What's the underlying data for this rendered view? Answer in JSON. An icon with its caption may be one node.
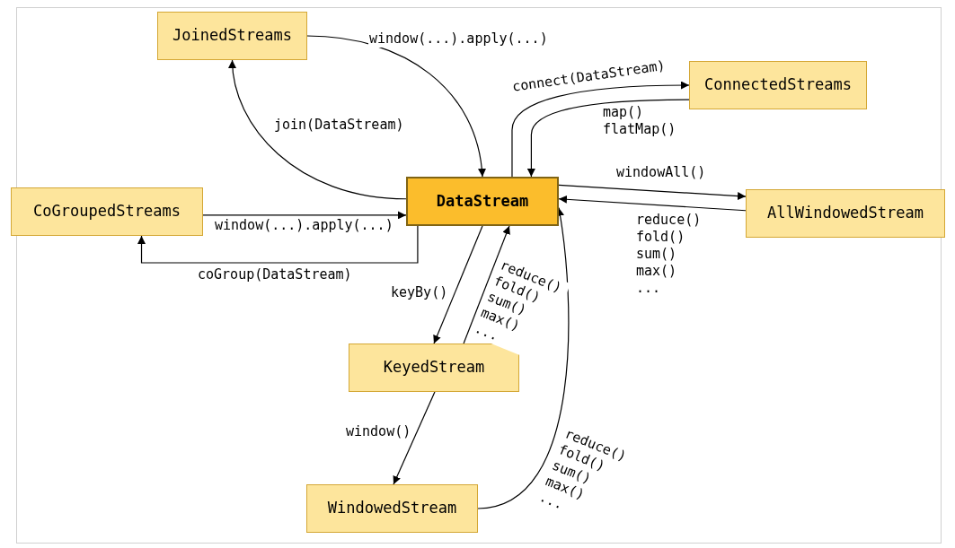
{
  "diagram": {
    "nodes": [
      {
        "text": [
          "JoinedStreams"
        ]
      },
      {
        "text": [
          "ConnectedStreams"
        ]
      },
      {
        "text": [
          "DataStream"
        ]
      },
      {
        "text": [
          "CoGroupedStreams"
        ]
      },
      {
        "text": [
          "AllWindowedStream"
        ]
      },
      {
        "text": [
          "KeyedStream"
        ]
      },
      {
        "text": [
          "WindowedStream"
        ]
      }
    ],
    "edges": [
      {
        "from": 0,
        "to": 2,
        "arrow": "to",
        "label": "window(...).apply(...)"
      },
      {
        "from": 2,
        "to": 0,
        "arrow": "to",
        "label": "join(DataStream)"
      },
      {
        "from": 2,
        "to": 1,
        "arrow": "to",
        "label": "connect(DataStream)"
      },
      {
        "from": 1,
        "to": 2,
        "arrow": "to",
        "label": "map() flatMap()"
      },
      {
        "from": 3,
        "to": 2,
        "arrow": "to",
        "label": "window(...).apply(...)"
      },
      {
        "from": 2,
        "to": 3,
        "arrow": "to",
        "label": "coGroup(DataStream)"
      },
      {
        "from": 2,
        "to": 4,
        "arrow": "to",
        "label": "windowAll()"
      },
      {
        "from": 4,
        "to": 2,
        "arrow": "to",
        "label": "reduce() fold() sum() max() ..."
      },
      {
        "from": 2,
        "to": 5,
        "arrow": "to",
        "label": "keyBy()"
      },
      {
        "from": 5,
        "to": 2,
        "arrow": "to",
        "label": "reduce() fold() sum() max() ..."
      },
      {
        "from": 5,
        "to": 6,
        "arrow": "to",
        "label": "window()"
      },
      {
        "from": 6,
        "to": 2,
        "arrow": "to",
        "label": "reduce() fold() sum() max() ..."
      }
    ]
  }
}
